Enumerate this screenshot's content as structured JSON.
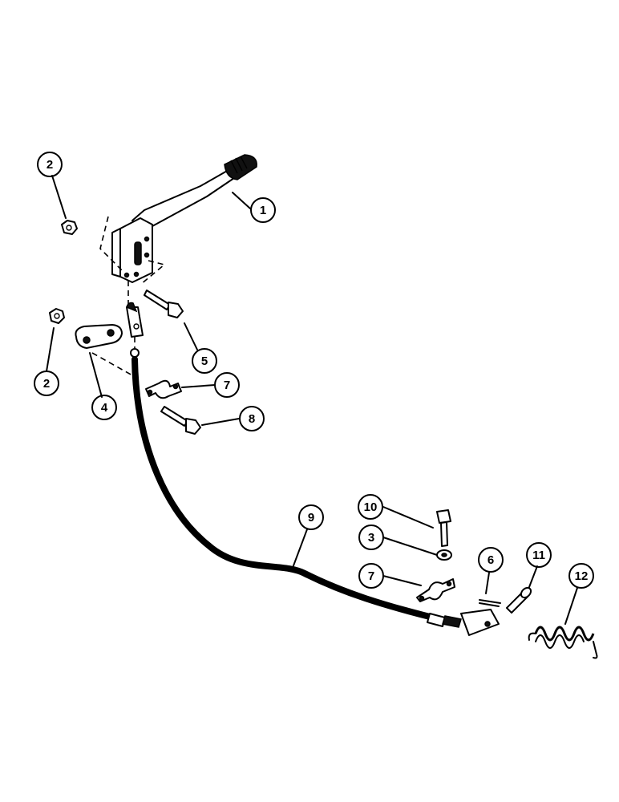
{
  "diagram": {
    "callouts": [
      {
        "id": "c1",
        "label": "1"
      },
      {
        "id": "c2a",
        "label": "2"
      },
      {
        "id": "c2b",
        "label": "2"
      },
      {
        "id": "c3",
        "label": "3"
      },
      {
        "id": "c4",
        "label": "4"
      },
      {
        "id": "c5",
        "label": "5"
      },
      {
        "id": "c6",
        "label": "6"
      },
      {
        "id": "c7a",
        "label": "7"
      },
      {
        "id": "c7b",
        "label": "7"
      },
      {
        "id": "c8",
        "label": "8"
      },
      {
        "id": "c9",
        "label": "9"
      },
      {
        "id": "c10",
        "label": "10"
      },
      {
        "id": "c11",
        "label": "11"
      },
      {
        "id": "c12",
        "label": "12"
      }
    ]
  }
}
